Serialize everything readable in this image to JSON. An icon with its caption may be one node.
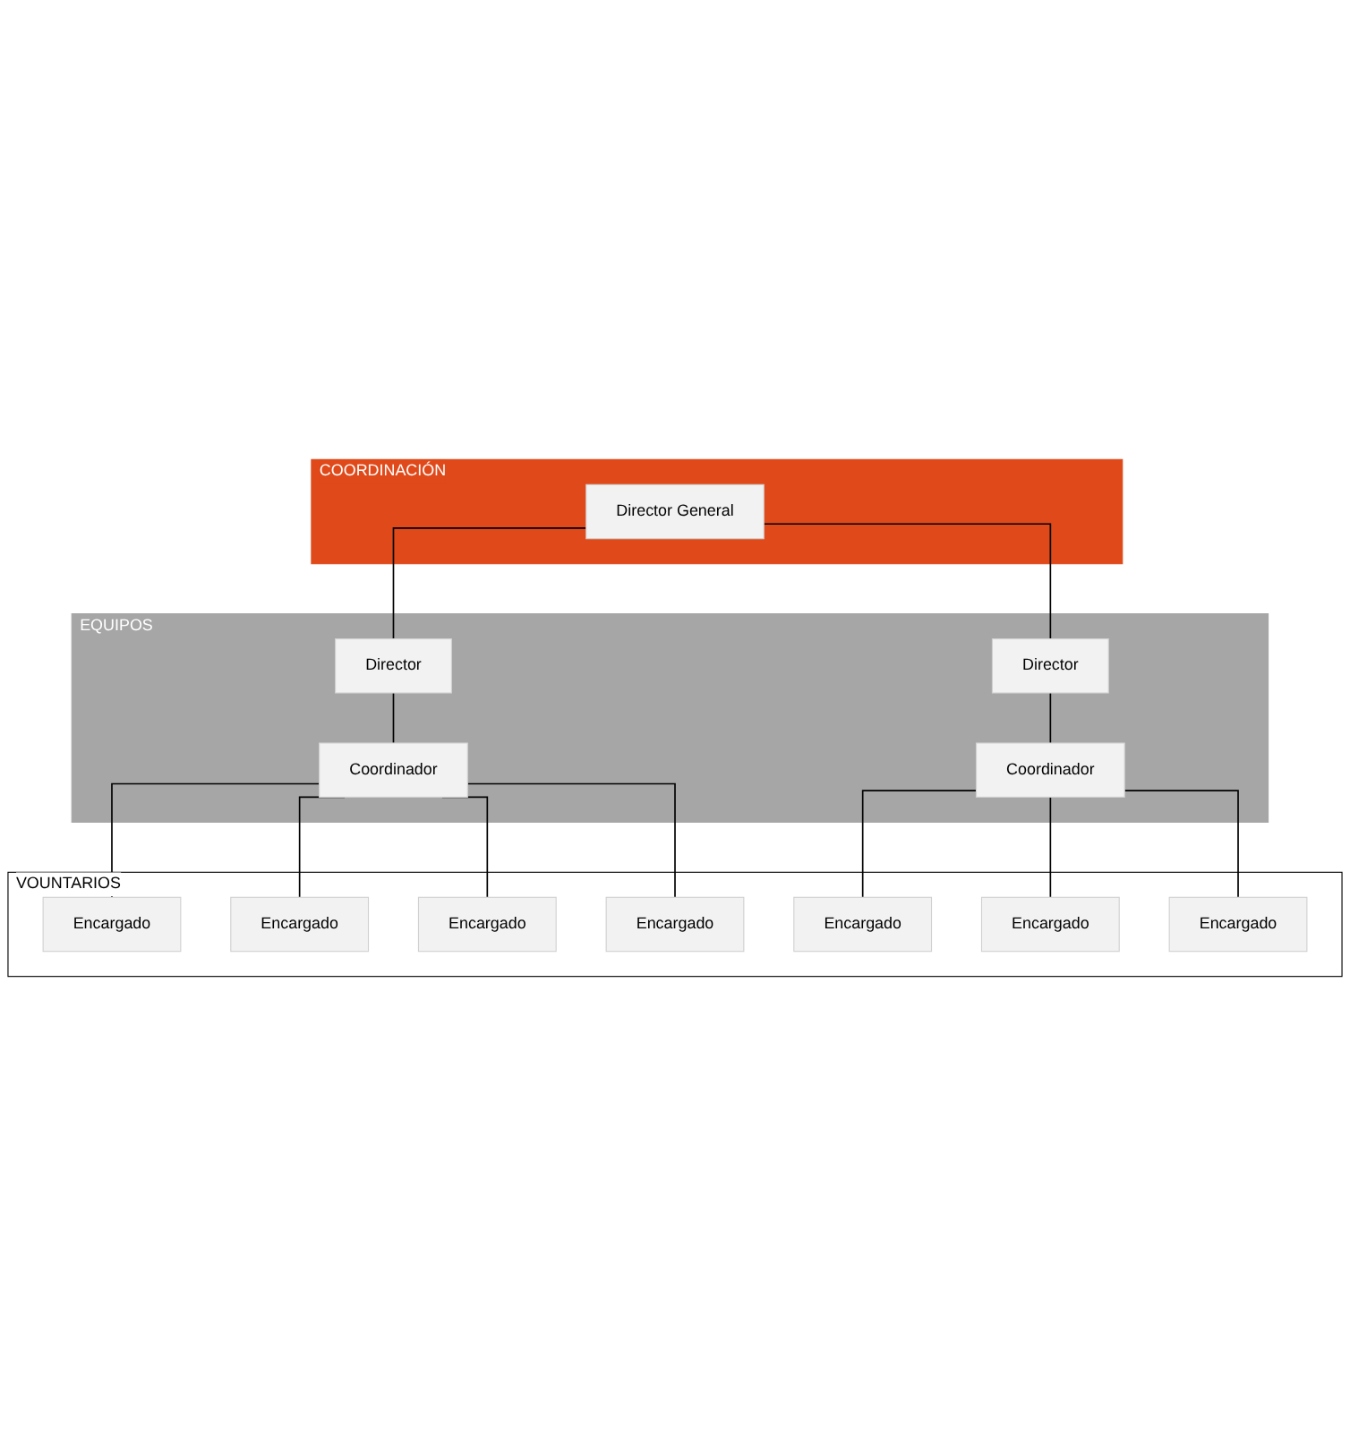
{
  "diagram": {
    "nodes": [
      {
        "text": [
          "COORDINACIÓN"
        ]
      },
      {
        "text": [
          "Director General"
        ],
        "in": 0
      },
      {
        "text": [
          "EQUIPOS"
        ]
      },
      {
        "text": [
          "Director"
        ],
        "in": 2
      },
      {
        "text": [
          "Director"
        ],
        "in": 2
      },
      {
        "text": [
          "Coordinador"
        ],
        "in": 2
      },
      {
        "text": [
          "Coordinador"
        ],
        "in": 2
      },
      {
        "text": [
          "VOUNTARIOS"
        ]
      },
      {
        "text": [
          "Encargado"
        ],
        "in": 7
      },
      {
        "text": [
          "Encargado"
        ],
        "in": 7
      },
      {
        "text": [
          "Encargado"
        ],
        "in": 7
      },
      {
        "text": [
          "Encargado"
        ],
        "in": 7
      },
      {
        "text": [
          "Encargado"
        ],
        "in": 7
      },
      {
        "text": [
          "Encargado"
        ],
        "in": 7
      },
      {
        "text": [
          "Encargado"
        ],
        "in": 7
      }
    ],
    "edges": [
      {
        "from": 1,
        "to": 3,
        "arrow": "none"
      },
      {
        "from": 1,
        "to": 4,
        "arrow": "none"
      },
      {
        "from": 3,
        "to": 5,
        "arrow": "none"
      },
      {
        "from": 4,
        "to": 6,
        "arrow": "none"
      },
      {
        "from": 5,
        "to": 8,
        "arrow": "none"
      },
      {
        "from": 5,
        "to": 9,
        "arrow": "none"
      },
      {
        "from": 5,
        "to": 10,
        "arrow": "none"
      },
      {
        "from": 5,
        "to": 11,
        "arrow": "none"
      },
      {
        "from": 6,
        "to": 12,
        "arrow": "none"
      },
      {
        "from": 6,
        "to": 13,
        "arrow": "none"
      },
      {
        "from": 6,
        "to": 14,
        "arrow": "none"
      }
    ]
  }
}
